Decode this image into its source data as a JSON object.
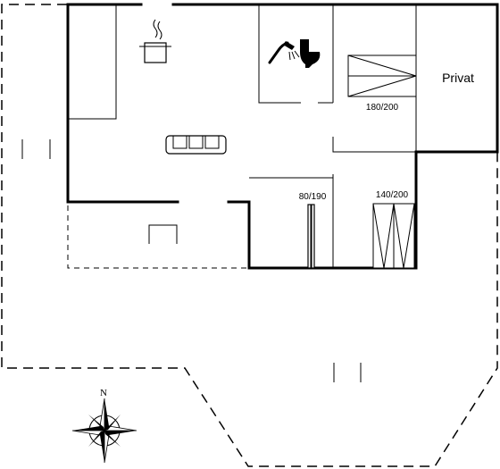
{
  "rooms": {
    "private_label": "Privat"
  },
  "beds": {
    "master_size": "180/200",
    "single_size": "80/190",
    "double_size": "140/200"
  },
  "compass": {
    "north_label": "N"
  },
  "icons": {
    "cooking": "cooking-pot-icon",
    "shower": "shower-icon",
    "toilet": "toilet-icon",
    "sofa": "sofa-icon",
    "compass": "compass-rose-icon"
  }
}
